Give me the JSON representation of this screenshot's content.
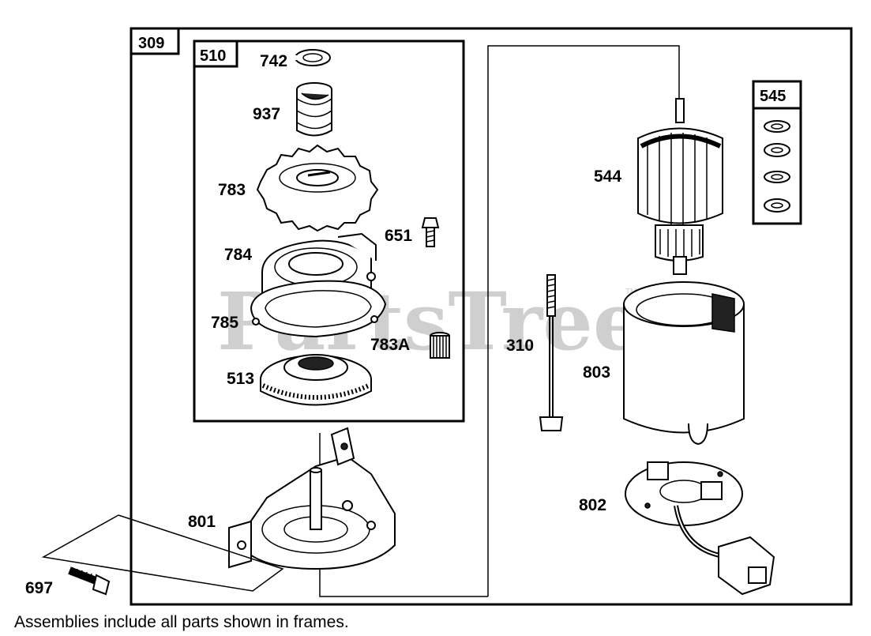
{
  "watermark": {
    "text": "PartsTree",
    "trademark": "TM"
  },
  "frames": {
    "outer": "309",
    "gear_kit": "510",
    "washer_kit": "545"
  },
  "parts": {
    "p742": "742",
    "p937": "937",
    "p783": "783",
    "p651": "651",
    "p784": "784",
    "p785": "785",
    "p783A": "783A",
    "p513": "513",
    "p801": "801",
    "p697": "697",
    "p310": "310",
    "p544": "544",
    "p803": "803",
    "p802": "802"
  },
  "footnote": "Assemblies include all parts shown in frames."
}
